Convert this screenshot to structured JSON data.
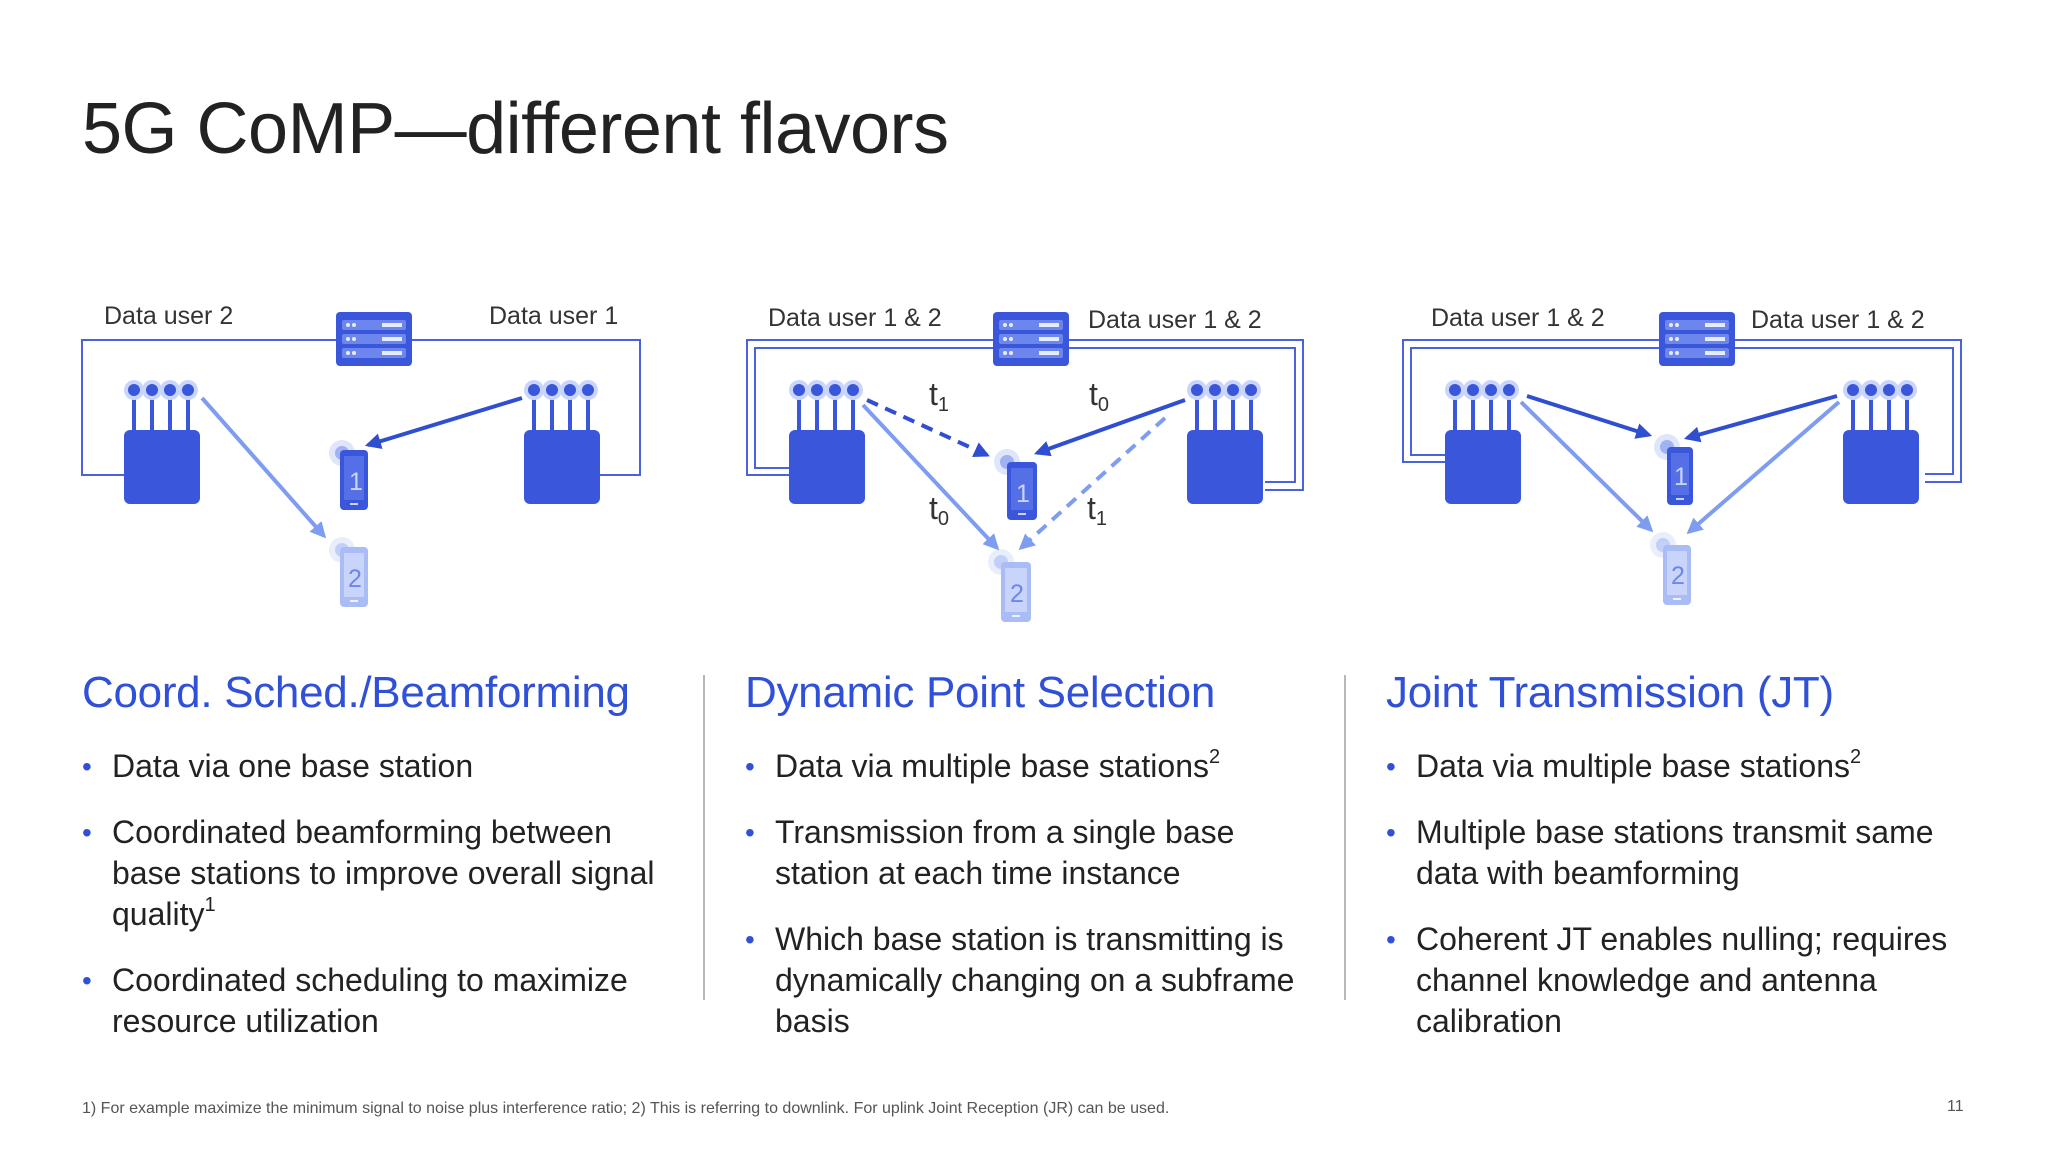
{
  "title": "5G CoMP—different flavors",
  "colors": {
    "accent": "#3050d8",
    "station": "#3a56db",
    "phone_light": "#aabcf5",
    "arrow_light": "#7f9df0",
    "arrow_dark": "#2f4fd0"
  },
  "diagrams": {
    "cs": {
      "label_left": "Data user 2",
      "label_right": "Data user 1",
      "ue1": "1",
      "ue2": "2"
    },
    "dps": {
      "label_left": "Data user 1 & 2",
      "label_right": "Data user 1 & 2",
      "ue1": "1",
      "ue2": "2",
      "t1_top": "t",
      "t1_top_sub": "1",
      "t0_top": "t",
      "t0_top_sub": "0",
      "t0_bottom": "t",
      "t0_bottom_sub": "0",
      "t1_bottom": "t",
      "t1_bottom_sub": "1"
    },
    "jt": {
      "label_left": "Data user 1 & 2",
      "label_right": "Data user 1 & 2",
      "ue1": "1",
      "ue2": "2"
    }
  },
  "columns": [
    {
      "heading": "Coord. Sched./Beamforming",
      "bullets": [
        {
          "text": "Data via one base station",
          "sup": ""
        },
        {
          "text": "Coordinated beamforming between base stations to improve overall signal quality",
          "sup": "1"
        },
        {
          "text": "Coordinated scheduling to maximize resource utilization",
          "sup": ""
        }
      ]
    },
    {
      "heading": "Dynamic Point Selection",
      "bullets": [
        {
          "text": "Data via multiple base stations",
          "sup": "2"
        },
        {
          "text": "Transmission from a single base station at each time instance",
          "sup": ""
        },
        {
          "text": "Which base station is transmitting is dynamically changing on a subframe basis",
          "sup": ""
        }
      ]
    },
    {
      "heading": "Joint Transmission (JT)",
      "bullets": [
        {
          "text": "Data via multiple base stations",
          "sup": "2"
        },
        {
          "text": "Multiple base stations transmit same data with beamforming",
          "sup": ""
        },
        {
          "text": "Coherent JT enables nulling; requires channel knowledge and antenna calibration",
          "sup": ""
        }
      ]
    }
  ],
  "footnote": "1) For example maximize the minimum signal to noise plus interference ratio; 2) This is referring to downlink. For uplink Joint Reception (JR) can be used.",
  "page_number": "11"
}
